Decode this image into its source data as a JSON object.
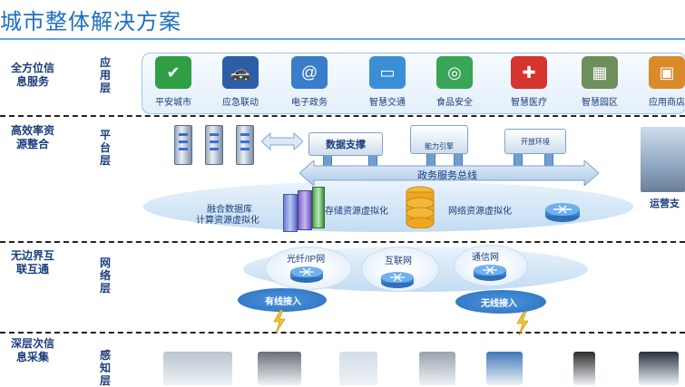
{
  "title": "城市整体解决方案",
  "layers": [
    {
      "side": "全方位信息服务",
      "tag": "应用层"
    },
    {
      "side": "高效率资源整合",
      "tag": "平台层"
    },
    {
      "side": "无边界互联互通",
      "tag": "网络层"
    },
    {
      "side": "深层次信息采集",
      "tag": "感知层"
    }
  ],
  "apps": [
    "平安城市",
    "应急联动",
    "电子政务",
    "智慧交通",
    "食品安全",
    "智慧医疗",
    "智慧园区",
    "应用商店"
  ],
  "app_icons": [
    "shield-icon",
    "police-car-icon",
    "email-icon",
    "bus-icon",
    "food-safety-icon",
    "medical-kit-icon",
    "campus-icon",
    "app-store-icon"
  ],
  "app_colors": [
    "#2f9e44",
    "#2c5fa8",
    "#3a7dc9",
    "#3a8fd4",
    "#3aa457",
    "#d6342f",
    "#6d8f5b",
    "#d98a2b"
  ],
  "platform": {
    "data_support": "数据支撑",
    "capability": "能力引擎",
    "open_env": "开放环境",
    "bus": "政务服务总线",
    "fusion_db": "融合数据库",
    "compute_virt": "计算资源虚拟化",
    "storage_virt": "存储资源虚拟化",
    "network_virt": "网络资源虚拟化",
    "ops": "运营支"
  },
  "network": {
    "fiber": "光纤/IP网",
    "internet": "互联网",
    "telecom": "通信网",
    "wired": "有线接入",
    "wireless": "无线接入"
  },
  "sense_devices": [
    "lab-equipment-icon",
    "camera-icon",
    "operator-icon",
    "mobile-terminal-icon",
    "touch-panel-icon",
    "phone-icon",
    "router-icon"
  ]
}
